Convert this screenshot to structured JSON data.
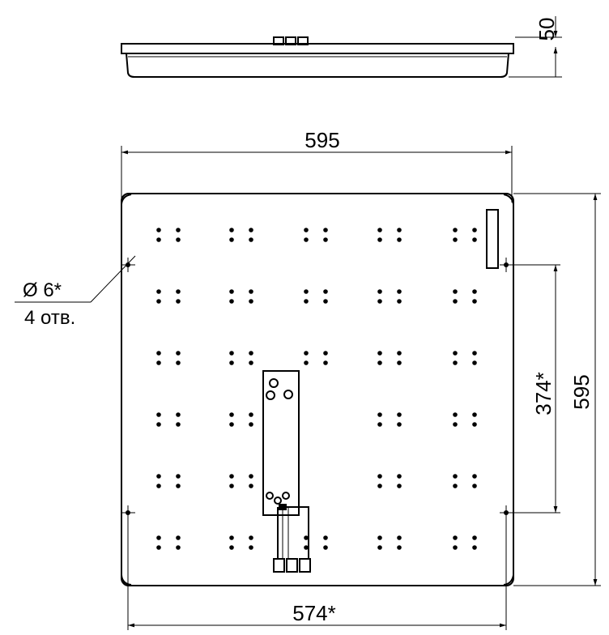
{
  "dimensions": {
    "height_side": "50",
    "overall_width": "595",
    "overall_height": "595",
    "hole_spacing_vertical": "374*",
    "hole_spacing_horizontal": "574*"
  },
  "hole_note": {
    "diameter": "Ø 6*",
    "count": "4 отв."
  },
  "led_grid": {
    "rows": 6,
    "cols": 5,
    "dots_per_cluster": 4
  }
}
